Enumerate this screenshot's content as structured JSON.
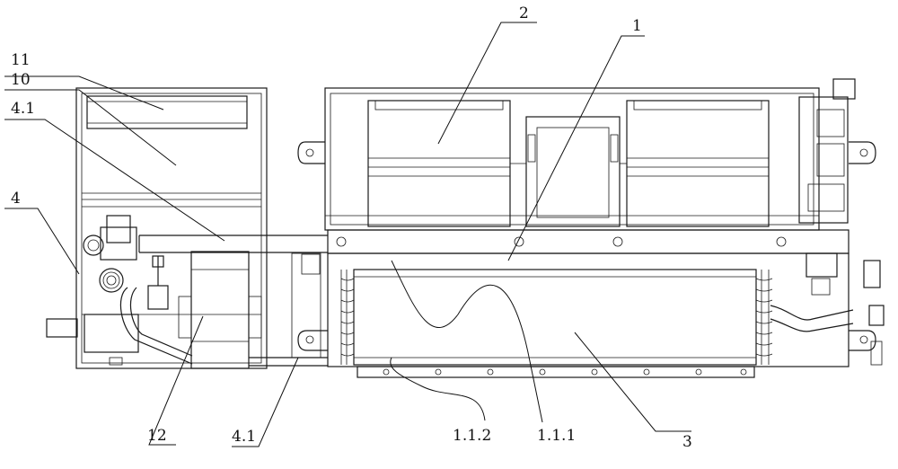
{
  "labels": {
    "l1": "1",
    "l2": "2",
    "l3": "3",
    "l4": "4",
    "l4_1_top": "4.1",
    "l4_1_bottom": "4.1",
    "l10": "10",
    "l11": "11",
    "l12": "12",
    "l1_1_1": "1.1.1",
    "l1_1_2": "1.1.2"
  }
}
